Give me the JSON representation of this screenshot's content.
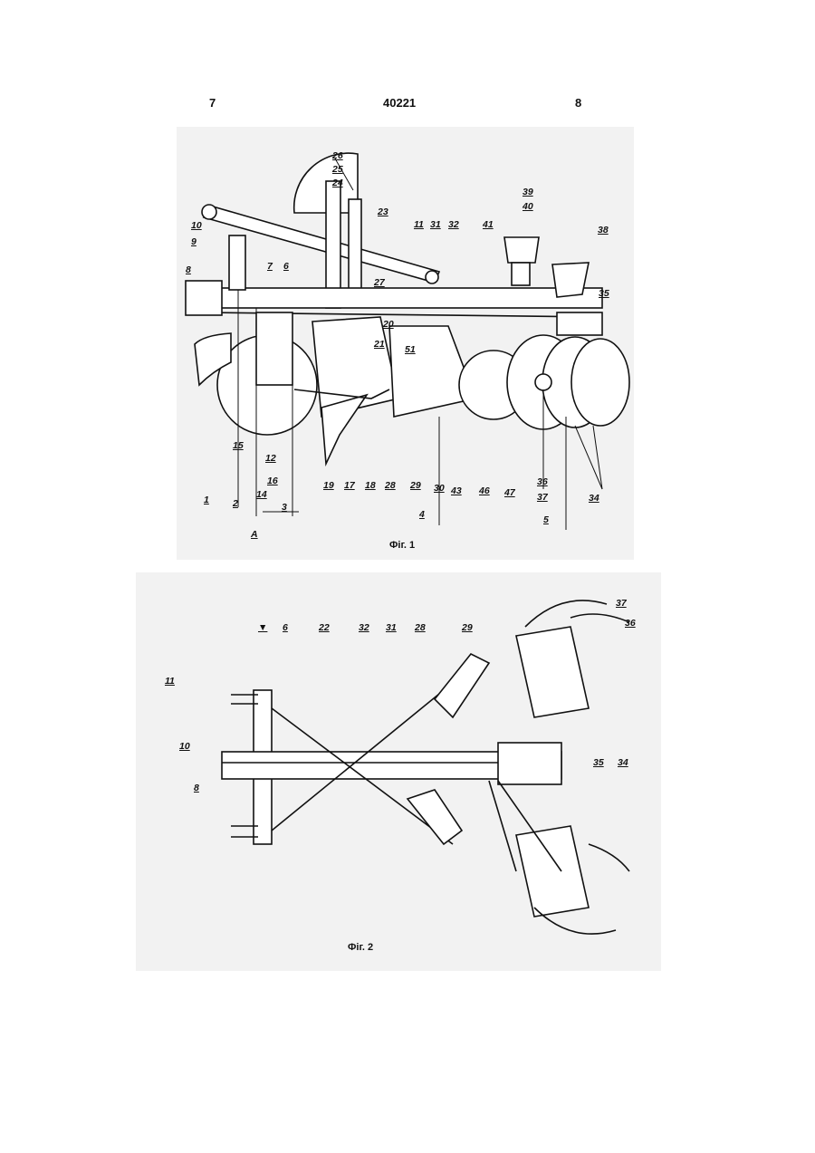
{
  "header": {
    "left_page": "7",
    "patent_number": "40221",
    "right_page": "8"
  },
  "figure1": {
    "caption": "Фiг. 1",
    "labels": [
      "26",
      "25",
      "24",
      "23",
      "39",
      "40",
      "38",
      "10",
      "9",
      "11",
      "31",
      "32",
      "41",
      "8",
      "7",
      "6",
      "27",
      "35",
      "20",
      "21",
      "51",
      "15",
      "12",
      "16",
      "14",
      "1",
      "2",
      "3",
      "19",
      "17",
      "18",
      "28",
      "29",
      "30",
      "43",
      "46",
      "47",
      "36",
      "37",
      "34",
      "5",
      "4",
      "A"
    ]
  },
  "figure2": {
    "caption": "Фiг. 2",
    "labels": [
      "6",
      "22",
      "32",
      "31",
      "28",
      "29",
      "37",
      "36",
      "11",
      "10",
      "35",
      "34",
      "8"
    ]
  },
  "colors": {
    "ink": "#111111",
    "paper": "#ffffff",
    "scan_shade": "#f2f2f2"
  }
}
